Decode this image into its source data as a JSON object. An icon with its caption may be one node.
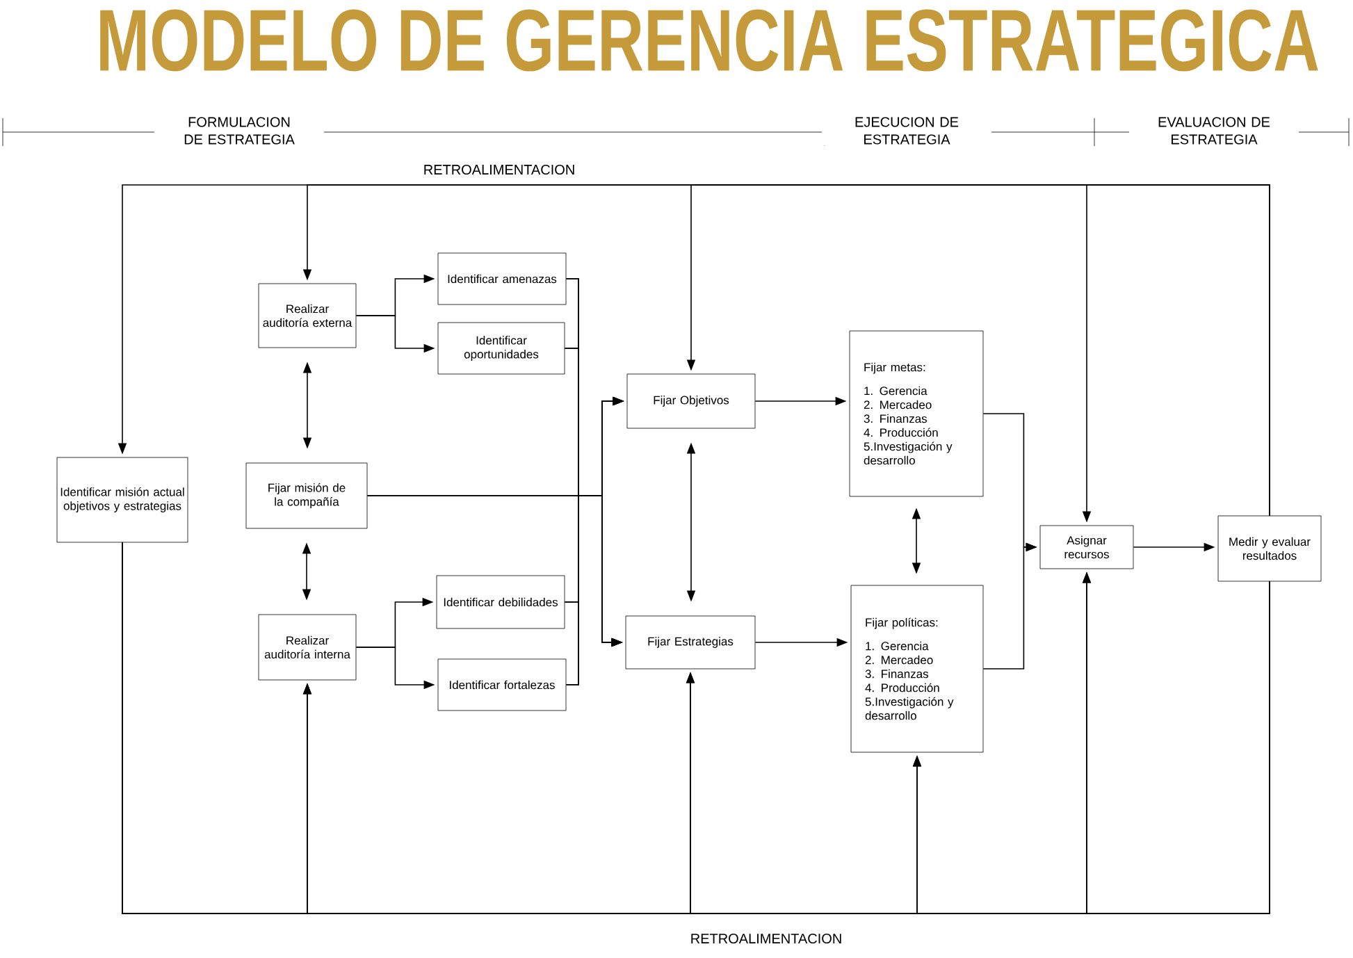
{
  "diagram": {
    "title": "MODELO DE GERENCIA ESTRATEGICA",
    "nodes": [
      {
        "text": [
          "Realizar auditoría externa"
        ]
      },
      {
        "text": [
          "Identificar amenazas"
        ]
      },
      {
        "text": [
          "Identificar oportunidades"
        ]
      },
      {
        "text": [
          "Identificar misión actual objetivos y estrategias"
        ]
      },
      {
        "text": [
          "Fijar misión de la compañía"
        ]
      },
      {
        "text": [
          "Realizar auditoría interna"
        ]
      },
      {
        "text": [
          "Identificar debilidades"
        ]
      },
      {
        "text": [
          "Identificar fortalezas"
        ]
      },
      {
        "text": [
          "Fijar Objetivos"
        ]
      },
      {
        "text": [
          "Fijar Estrategias"
        ]
      },
      {
        "text": [
          "Fijar metas:",
          "1. Gerencia",
          "2. Mercadeo",
          "3. Finanzas",
          "4. Producción",
          "5.Investigación y desarrollo"
        ]
      },
      {
        "text": [
          "Fijar políticas:",
          "1. Gerencia",
          "2. Mercadeo",
          "3. Finanzas",
          "4. Producción",
          "5.Investigación y desarrollo"
        ]
      },
      {
        "text": [
          "Asignar recursos"
        ]
      },
      {
        "text": [
          "Medir y evaluar resultados"
        ]
      }
    ],
    "edges": [
      {
        "from": 0,
        "to": 1,
        "arrow": "to"
      },
      {
        "from": 0,
        "to": 2,
        "arrow": "to"
      },
      {
        "from": 5,
        "to": 6,
        "arrow": "to"
      },
      {
        "from": 5,
        "to": 7,
        "arrow": "to"
      },
      {
        "from": 0,
        "to": 4,
        "arrow": "both"
      },
      {
        "from": 4,
        "to": 5,
        "arrow": "both"
      },
      {
        "from": 1,
        "to": 8,
        "arrow": "to"
      },
      {
        "from": 1,
        "to": 9,
        "arrow": "to"
      },
      {
        "from": 2,
        "to": 8,
        "arrow": "to"
      },
      {
        "from": 2,
        "to": 9,
        "arrow": "to"
      },
      {
        "from": 4,
        "to": 8,
        "arrow": "to"
      },
      {
        "from": 4,
        "to": 9,
        "arrow": "to"
      },
      {
        "from": 6,
        "to": 8,
        "arrow": "to"
      },
      {
        "from": 6,
        "to": 9,
        "arrow": "to"
      },
      {
        "from": 7,
        "to": 8,
        "arrow": "to"
      },
      {
        "from": 7,
        "to": 9,
        "arrow": "to"
      },
      {
        "from": 8,
        "to": 9,
        "arrow": "both"
      },
      {
        "from": 8,
        "to": 10,
        "arrow": "to"
      },
      {
        "from": 9,
        "to": 11,
        "arrow": "to"
      },
      {
        "from": 10,
        "to": 11,
        "arrow": "both"
      },
      {
        "from": 10,
        "to": 12,
        "arrow": "to"
      },
      {
        "from": 11,
        "to": 12,
        "arrow": "to"
      },
      {
        "from": 12,
        "to": 13,
        "arrow": "to"
      },
      {
        "from": 13,
        "to": 3,
        "arrow": "to"
      },
      {
        "from": 13,
        "to": 0,
        "arrow": "to"
      },
      {
        "from": 13,
        "to": 8,
        "arrow": "to"
      },
      {
        "from": 13,
        "to": 12,
        "arrow": "to"
      },
      {
        "from": 13,
        "to": 5,
        "arrow": "to"
      },
      {
        "from": 13,
        "to": 9,
        "arrow": "to"
      },
      {
        "from": 13,
        "to": 11,
        "arrow": "to"
      },
      {
        "from": 13,
        "to": 12,
        "arrow": "to"
      },
      {
        "from": 3,
        "to": 5,
        "arrow": "to"
      },
      {
        "from": 3,
        "to": 9,
        "arrow": "to"
      },
      {
        "from": 3,
        "to": 11,
        "arrow": "to"
      },
      {
        "from": 3,
        "to": 12,
        "arrow": "to"
      }
    ],
    "labels": [
      "FORMULACION DE ESTRATEGIA",
      "EJECUCION DE ESTRATEGIA",
      "EVALUACION DE ESTRATEGIA",
      "RETROALIMENTACION",
      "RETROALIMENTACION"
    ]
  }
}
